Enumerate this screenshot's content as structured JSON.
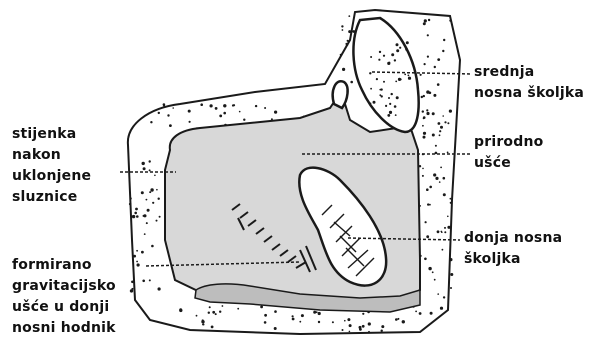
{
  "colors": {
    "ink": "#1a1a1a",
    "cavity": "#d8d8d8",
    "mucosa": "#bdbdbd",
    "background": "#ffffff"
  },
  "labels": {
    "middle_turbinate": [
      "srednja",
      "nosna školjka"
    ],
    "natural_ostium": [
      "prirodno",
      "ušće"
    ],
    "inferior_turbinate": [
      "donja nosna",
      "školjka"
    ],
    "wall_after_mucosa_removal": [
      "stijenka",
      "nakon",
      "uklonjene",
      "sluznice"
    ],
    "gravitational_opening": [
      "formirano",
      "gravitacijsko",
      "ušće u donji",
      "nosni hodnik"
    ]
  }
}
